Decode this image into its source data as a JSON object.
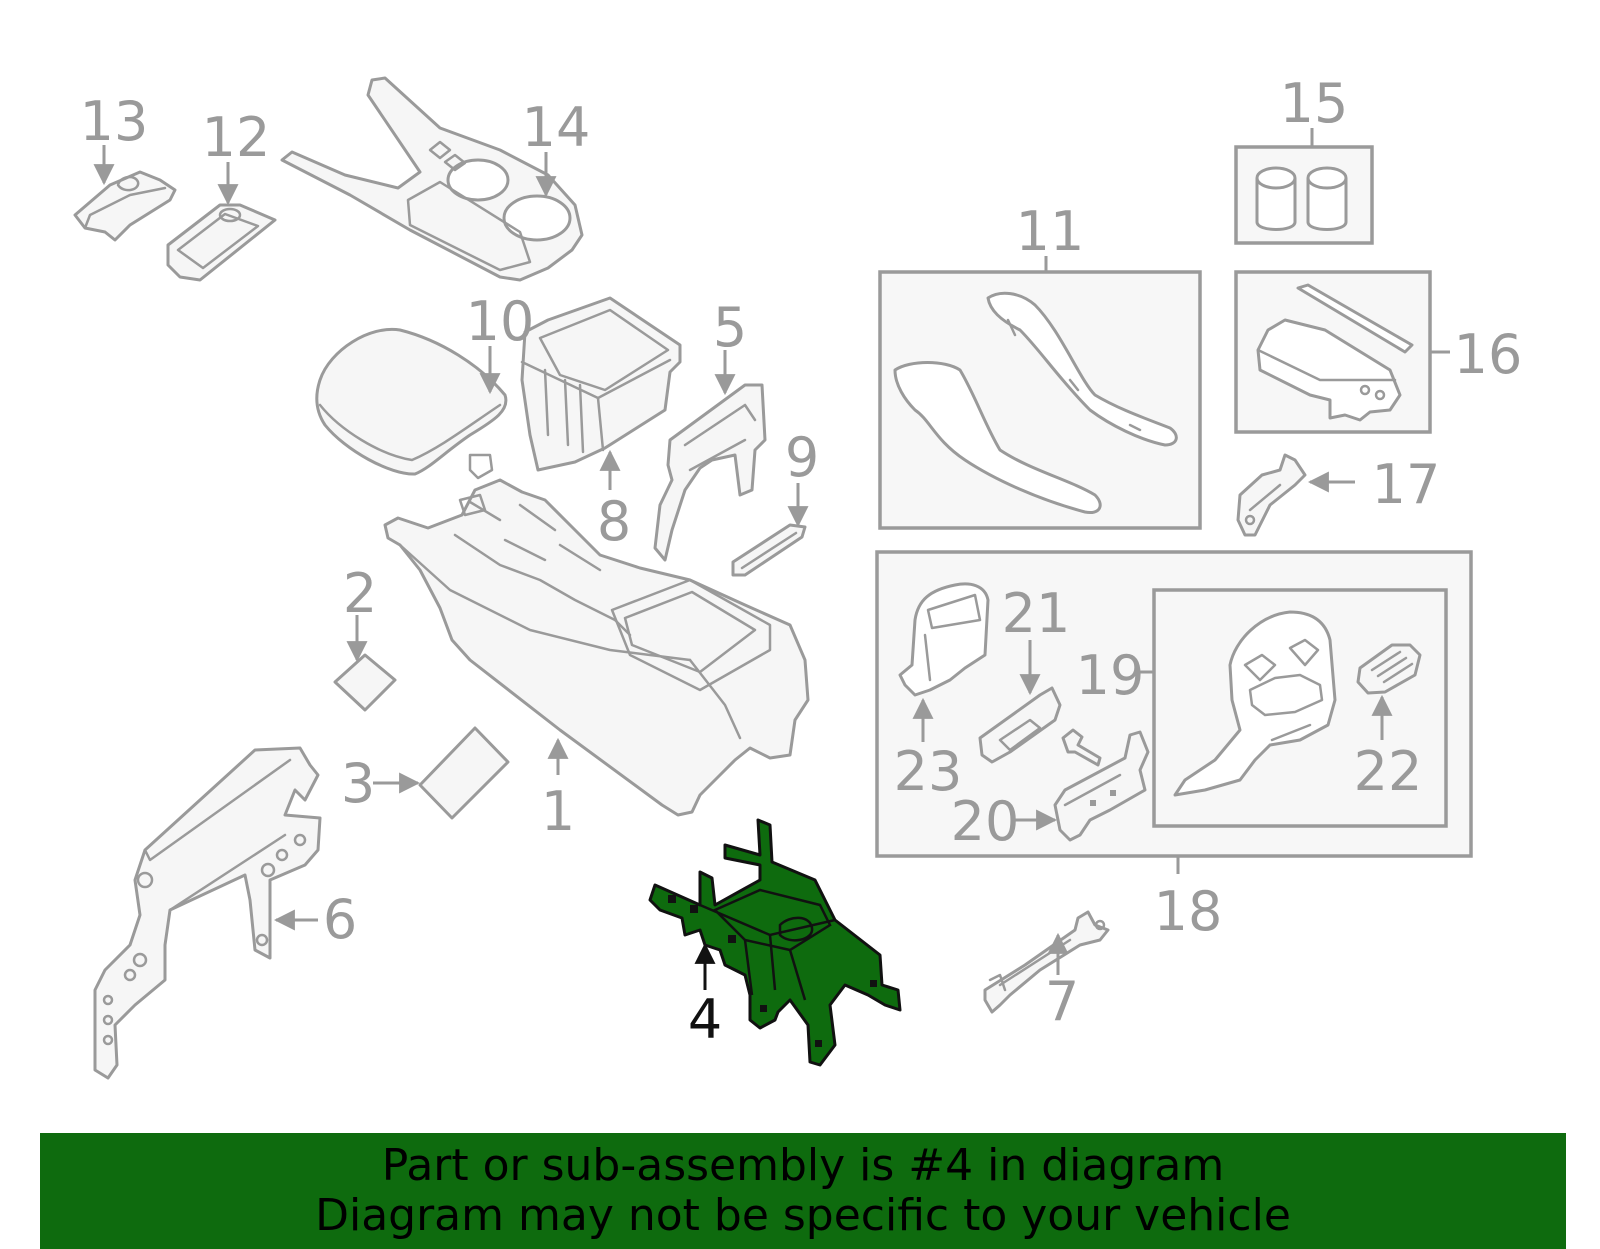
{
  "callouts": [
    {
      "id": "1",
      "text": "1"
    },
    {
      "id": "2",
      "text": "2"
    },
    {
      "id": "3",
      "text": "3"
    },
    {
      "id": "4",
      "text": "4"
    },
    {
      "id": "5",
      "text": "5"
    },
    {
      "id": "6",
      "text": "6"
    },
    {
      "id": "7",
      "text": "7"
    },
    {
      "id": "8",
      "text": "8"
    },
    {
      "id": "9",
      "text": "9"
    },
    {
      "id": "10",
      "text": "10"
    },
    {
      "id": "11",
      "text": "11"
    },
    {
      "id": "12",
      "text": "12"
    },
    {
      "id": "13",
      "text": "13"
    },
    {
      "id": "14",
      "text": "14"
    },
    {
      "id": "15",
      "text": "15"
    },
    {
      "id": "16",
      "text": "16"
    },
    {
      "id": "17",
      "text": "17"
    },
    {
      "id": "18",
      "text": "18"
    },
    {
      "id": "19",
      "text": "19"
    },
    {
      "id": "20",
      "text": "20"
    },
    {
      "id": "21",
      "text": "21"
    },
    {
      "id": "22",
      "text": "22"
    },
    {
      "id": "23",
      "text": "23"
    }
  ],
  "highlighted_part": "4",
  "colors": {
    "highlight": "#0e6b0e",
    "line": "#9a9a9a",
    "banner": "#0e6b0e"
  },
  "banner": {
    "line1": "Part or sub-assembly is #4 in diagram",
    "line2": "Diagram may not be specific to your vehicle"
  }
}
